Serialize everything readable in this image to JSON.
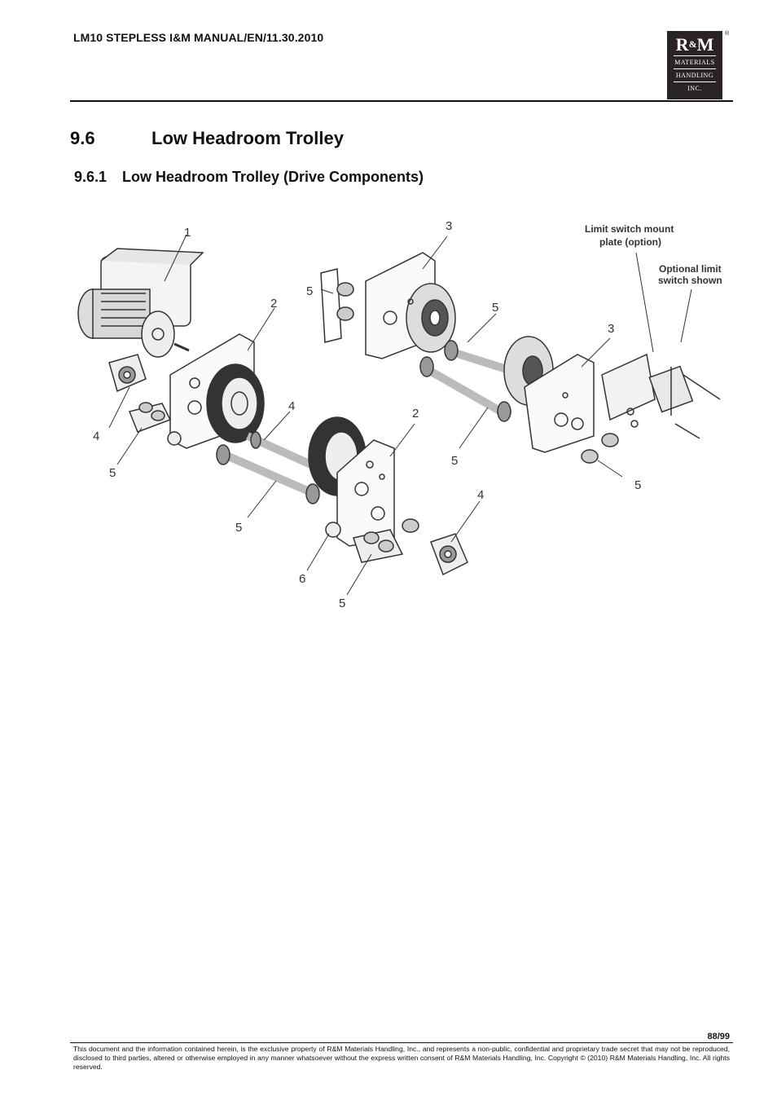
{
  "header": {
    "title": "LM10 STEPLESS I&M MANUAL/EN/11.30.2010",
    "logo": {
      "brand_r": "R",
      "brand_amp": "&",
      "brand_m": "M",
      "line1": "MATERIALS",
      "line2": "HANDLING",
      "line3": "INC.",
      "registered": "®"
    }
  },
  "section": {
    "number": "9.6",
    "title": "Low Headroom Trolley"
  },
  "subsection": {
    "number": "9.6.1",
    "title": "Low Headroom Trolley (Drive Components)"
  },
  "figure": {
    "callouts": [
      "1",
      "2",
      "3",
      "4",
      "5",
      "6"
    ],
    "note_plate_line1": "Limit switch mount",
    "note_plate_line2": "plate (option)",
    "note_switch_line1": "Optional limit",
    "note_switch_line2": "switch shown"
  },
  "footer": {
    "page": "88/99",
    "legal": "This document and the information contained herein, is the exclusive property of R&M Materials Handling, Inc., and represents a non-public, confidential and proprietary trade secret that may not be reproduced, disclosed to third parties, altered or otherwise employed in any manner whatsoever without the express written consent of R&M Materials Handling, Inc. Copyright © (2010) R&M Materials Handling, Inc.  All rights reserved."
  }
}
